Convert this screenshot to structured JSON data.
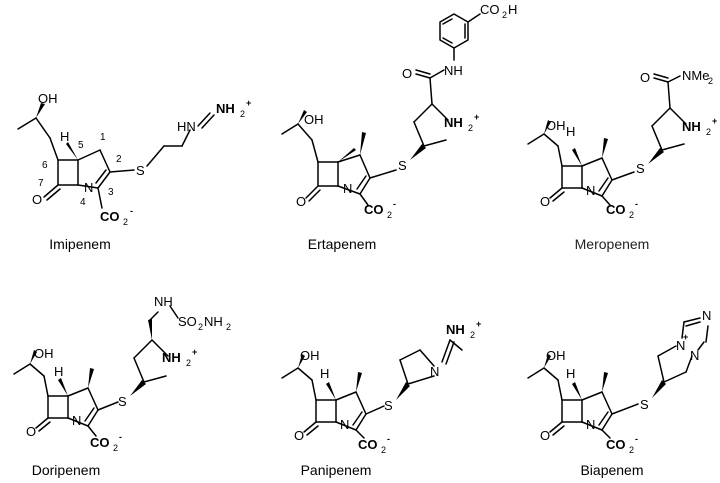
{
  "molecules": [
    {
      "name": "Imipenem"
    },
    {
      "name": "Ertapenem"
    },
    {
      "name": "Meropenem"
    },
    {
      "name": "Doripenem"
    },
    {
      "name": "Panipenem"
    },
    {
      "name": "Biapenem"
    }
  ],
  "atoms": {
    "oh": "OH",
    "h": "H",
    "n": "N",
    "o": "O",
    "s": "S",
    "co2": "CO",
    "co2_sub": "2",
    "co2_sup": "-",
    "nh": "HN",
    "nh2": "NH",
    "nh2_sub": "2",
    "plus": "+",
    "co2h": "CO",
    "co2h_sub": "2",
    "co2h_tail": "H",
    "nme": "NMe",
    "nme_sub": "2",
    "so2nh2_a": "SO",
    "so2nh2_b": "NH",
    "sub2": "2",
    "amide_nh": "NH"
  },
  "numbering": [
    "1",
    "2",
    "3",
    "4",
    "5",
    "6",
    "7"
  ]
}
